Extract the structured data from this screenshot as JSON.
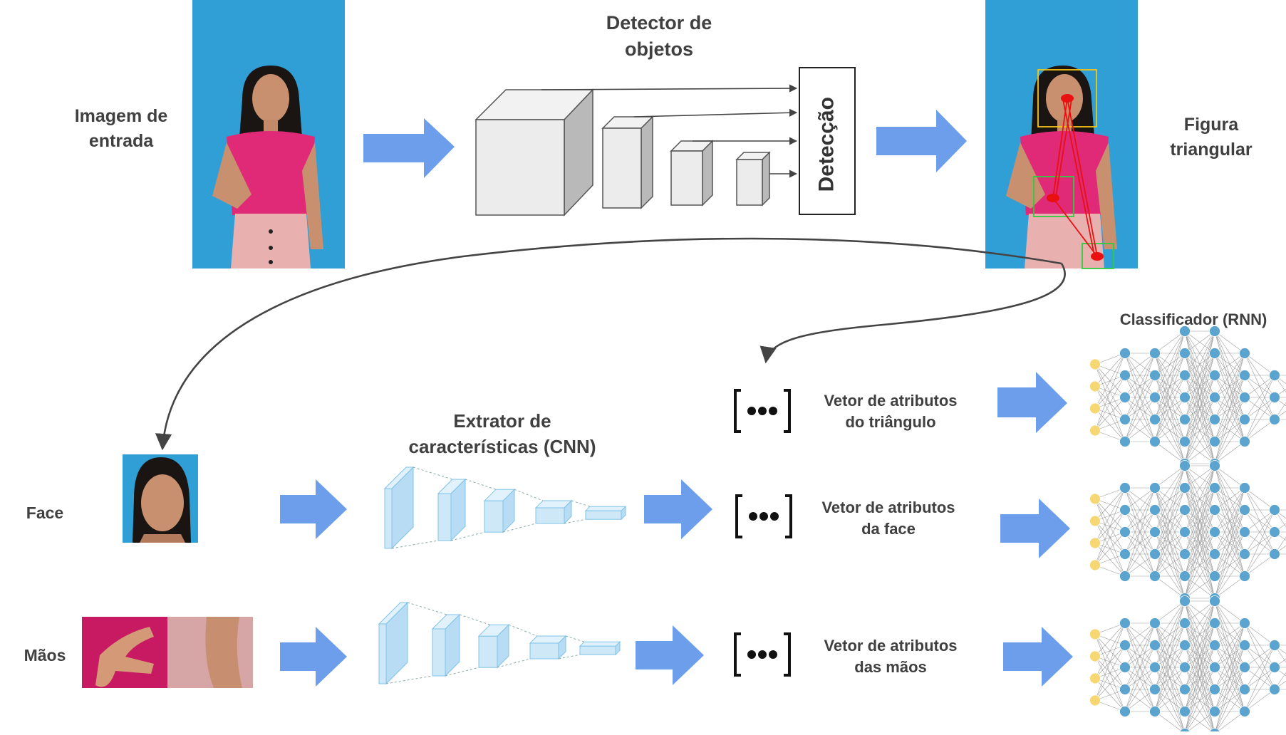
{
  "labels": {
    "input_image": [
      "Imagem de",
      "entrada"
    ],
    "object_detector": [
      "Detector de",
      "objetos"
    ],
    "detection": "Detecção",
    "triangular_figure": [
      "Figura",
      "triangular"
    ],
    "classifier": "Classificador (RNN)",
    "feature_extractor": [
      "Extrator de",
      "características (CNN)"
    ],
    "face": "Face",
    "hands": "Mãos",
    "vector_triangle": [
      "Vetor de atributos",
      "do triângulo"
    ],
    "vector_face": [
      "Vetor de atributos",
      "da face"
    ],
    "vector_hands": [
      "Vetor de atributos",
      "das mãos"
    ]
  },
  "colors": {
    "arrow_blue": "#6d9eeb",
    "photo_bg": "#2f9fd6",
    "cnn_block": "#cfe8f8",
    "cnn_stroke": "#7fc3e8",
    "node_input": "#f7d774",
    "node_hidden": "#5ba4cf",
    "node_output": "#f0805a",
    "box_yellow": "#f5c518",
    "box_green": "#2ecc40",
    "triangle_red": "#e81010"
  },
  "icons": {
    "vector": "bracket-dots-icon",
    "arrow": "block-arrow-right-icon"
  }
}
